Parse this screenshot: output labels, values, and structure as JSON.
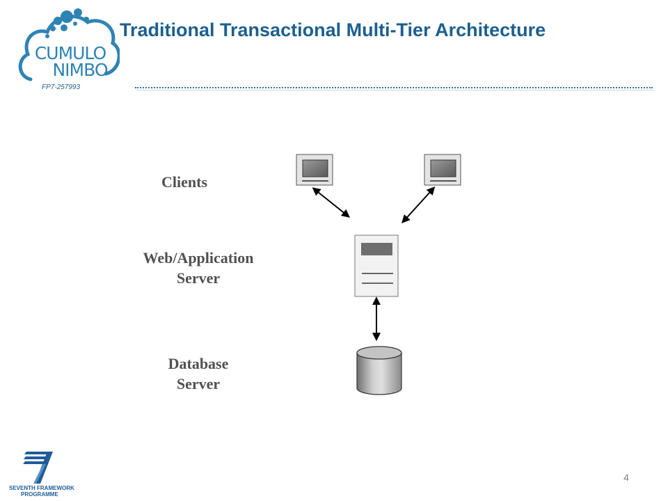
{
  "header": {
    "logo": {
      "line1": "CUMULO",
      "line2": "NIMBO"
    },
    "project_code": "FP7-257993",
    "title": "Traditional Transactional Multi-Tier Architecture"
  },
  "diagram": {
    "tiers": [
      {
        "label_line1": "Clients",
        "label_line2": "",
        "icon": "client-computer-icon"
      },
      {
        "label_line1": "Web/Application",
        "label_line2": "Server",
        "icon": "server-tower-icon"
      },
      {
        "label_line1": "Database",
        "label_line2": "Server",
        "icon": "database-cylinder-icon"
      }
    ],
    "connections": [
      {
        "from": "client 1",
        "to": "Web/Application Server",
        "style": "bidirectional"
      },
      {
        "from": "client 2",
        "to": "Web/Application Server",
        "style": "bidirectional"
      },
      {
        "from": "Web/Application Server",
        "to": "Database Server",
        "style": "bidirectional"
      }
    ]
  },
  "footer": {
    "fp7_logo": {
      "line1": "SEVENTH FRAMEWORK",
      "line2": "PROGRAMME"
    },
    "page_number": "4"
  },
  "colors": {
    "title": "#1c5f8f",
    "logo": "#2e83b5",
    "labels": "#505050"
  }
}
